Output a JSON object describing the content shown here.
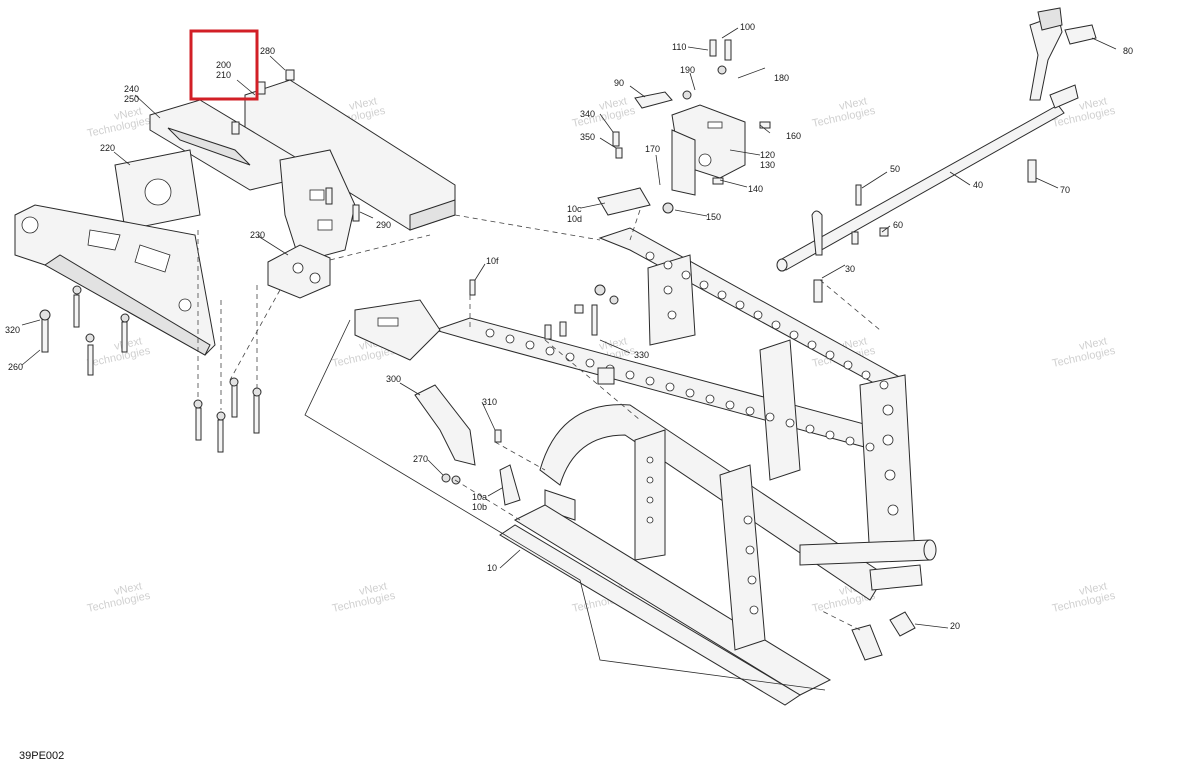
{
  "diagram": {
    "id": "39PE002",
    "watermark_line1": "vNext",
    "watermark_line2": "Technologies",
    "highlight_color": "#d21f26",
    "callouts": [
      {
        "key": "c200",
        "text": "200"
      },
      {
        "key": "c210",
        "text": "210"
      },
      {
        "key": "c280",
        "text": "280"
      },
      {
        "key": "c240",
        "text": "240"
      },
      {
        "key": "c250",
        "text": "250"
      },
      {
        "key": "c220",
        "text": "220"
      },
      {
        "key": "c230",
        "text": "230"
      },
      {
        "key": "c290",
        "text": "290"
      },
      {
        "key": "c320",
        "text": "320"
      },
      {
        "key": "c260",
        "text": "260"
      },
      {
        "key": "c100",
        "text": "100"
      },
      {
        "key": "c110",
        "text": "110"
      },
      {
        "key": "c190",
        "text": "190"
      },
      {
        "key": "c180",
        "text": "180"
      },
      {
        "key": "c90",
        "text": "90"
      },
      {
        "key": "c340",
        "text": "340"
      },
      {
        "key": "c350",
        "text": "350"
      },
      {
        "key": "c160",
        "text": "160"
      },
      {
        "key": "c120",
        "text": "120"
      },
      {
        "key": "c130",
        "text": "130"
      },
      {
        "key": "c170",
        "text": "170"
      },
      {
        "key": "c140",
        "text": "140"
      },
      {
        "key": "c150",
        "text": "150"
      },
      {
        "key": "c10c",
        "text": "10c"
      },
      {
        "key": "c10d",
        "text": "10d"
      },
      {
        "key": "c80",
        "text": "80"
      },
      {
        "key": "c40",
        "text": "40"
      },
      {
        "key": "c70",
        "text": "70"
      },
      {
        "key": "c50",
        "text": "50"
      },
      {
        "key": "c60",
        "text": "60"
      },
      {
        "key": "c30",
        "text": "30"
      },
      {
        "key": "c10f",
        "text": "10f"
      },
      {
        "key": "c330",
        "text": "330"
      },
      {
        "key": "c300",
        "text": "300"
      },
      {
        "key": "c310",
        "text": "310"
      },
      {
        "key": "c270",
        "text": "270"
      },
      {
        "key": "c10a",
        "text": "10a"
      },
      {
        "key": "c10b",
        "text": "10b"
      },
      {
        "key": "c10",
        "text": "10"
      },
      {
        "key": "c20",
        "text": "20"
      }
    ]
  }
}
